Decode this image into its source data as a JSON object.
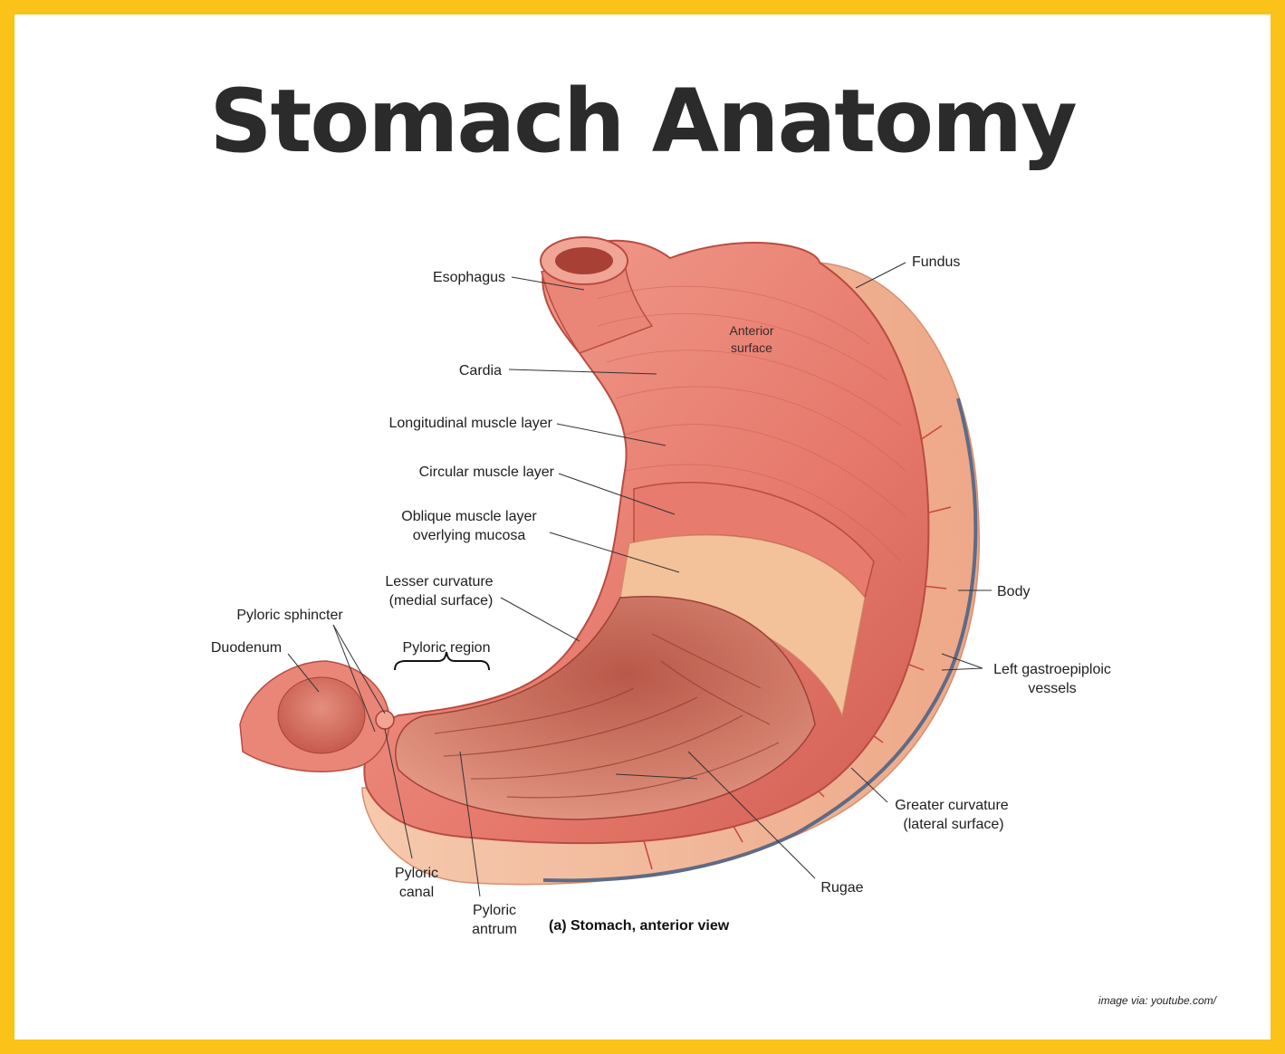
{
  "title": "Stomach Anatomy",
  "caption": "(a) Stomach, anterior view",
  "credit": "image via: youtube.com/",
  "labels": {
    "esophagus": "Esophagus",
    "cardia": "Cardia",
    "longitudinal": "Longitudinal muscle layer",
    "circular": "Circular muscle layer",
    "oblique_1": "Oblique muscle layer",
    "oblique_2": "overlying mucosa",
    "lesser_1": "Lesser curvature",
    "lesser_2": "(medial surface)",
    "pyloric_sphincter": "Pyloric sphincter",
    "duodenum": "Duodenum",
    "pyloric_region": "Pyloric region",
    "pyloric_canal_1": "Pyloric",
    "pyloric_canal_2": "canal",
    "pyloric_antrum_1": "Pyloric",
    "pyloric_antrum_2": "antrum",
    "fundus": "Fundus",
    "anterior_1": "Anterior",
    "anterior_2": "surface",
    "body": "Body",
    "left_gastro_1": "Left gastroepiploic",
    "left_gastro_2": "vessels",
    "greater_1": "Greater curvature",
    "greater_2": "(lateral surface)",
    "rugae": "Rugae"
  },
  "colors": {
    "border": "#fbc21a",
    "muscle": "#e9857a",
    "muscle_dark": "#c9574d",
    "serosa": "#f2b89a",
    "mucosa": "#c96f5c"
  }
}
